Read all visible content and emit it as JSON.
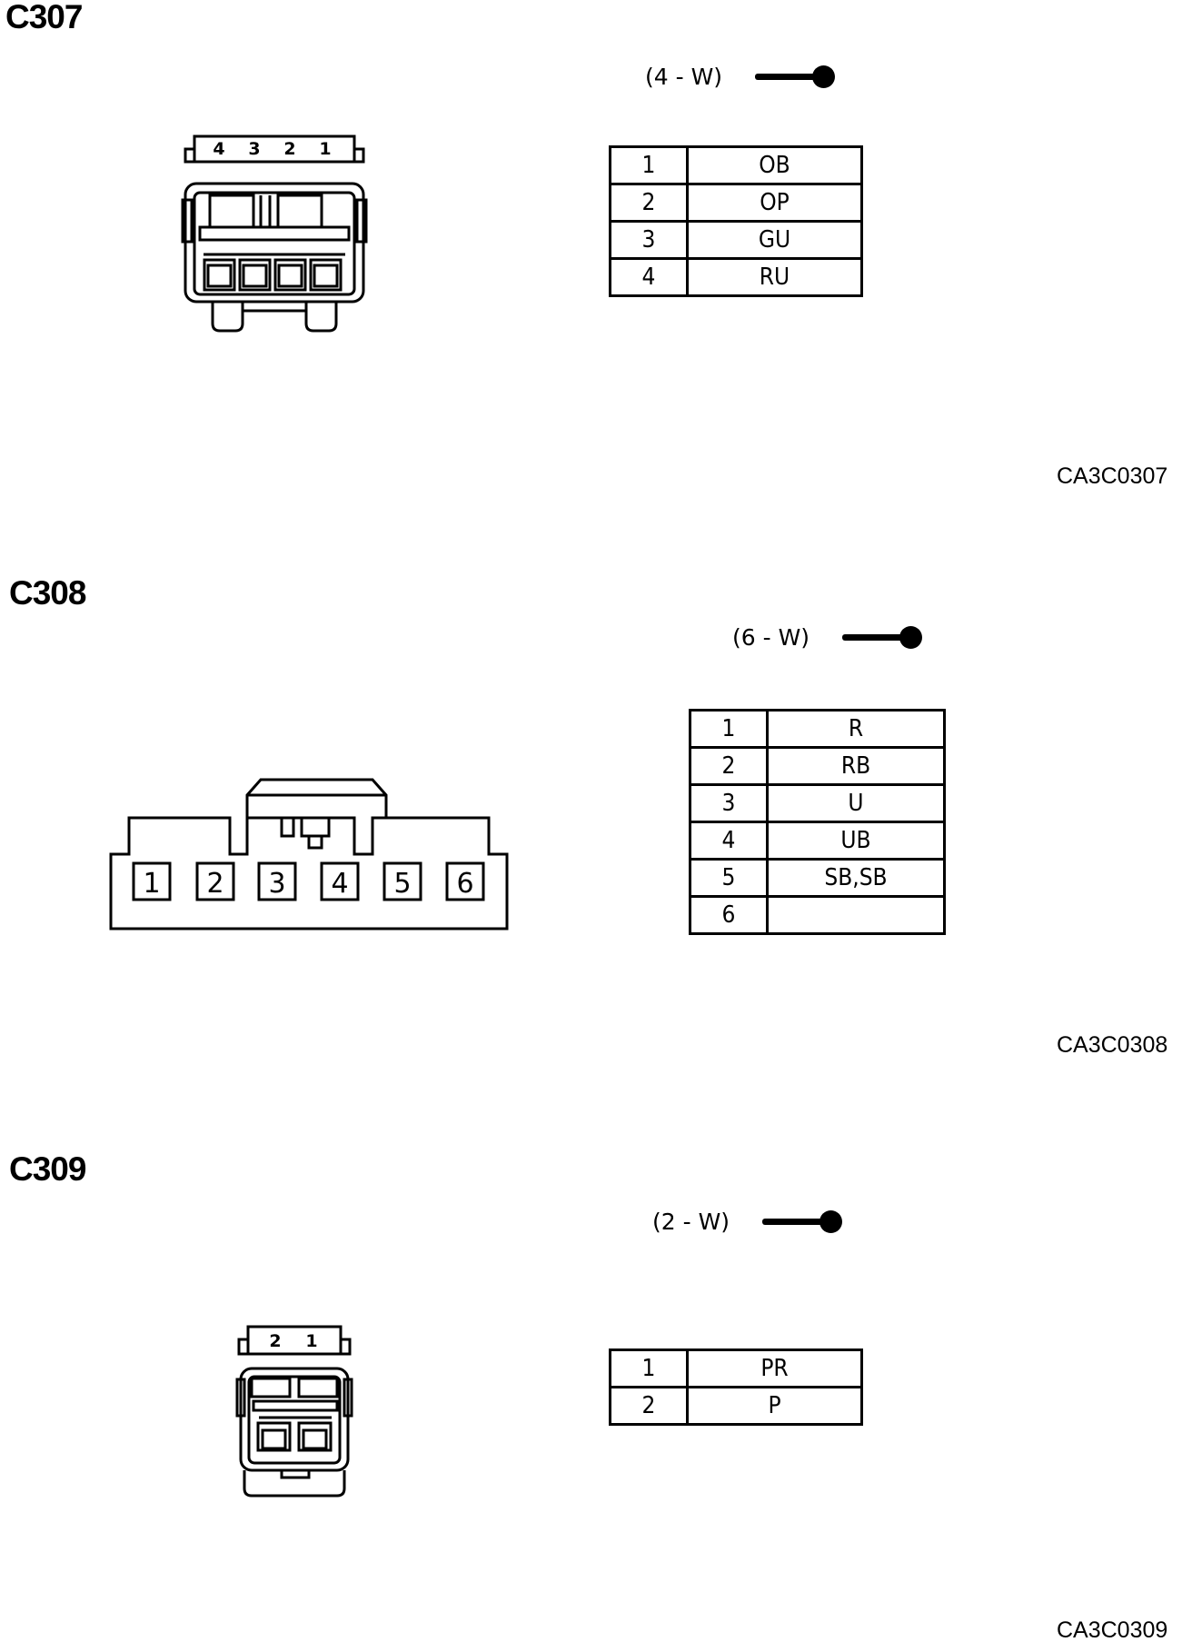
{
  "connectors": [
    {
      "id": "C307",
      "wire_spec": "(4 - W)",
      "code": "CA3C0307",
      "face_pins": [
        "4",
        "3",
        "2",
        "1"
      ],
      "pins": [
        {
          "pin": "1",
          "color": "OB"
        },
        {
          "pin": "2",
          "color": "OP"
        },
        {
          "pin": "3",
          "color": "GU"
        },
        {
          "pin": "4",
          "color": "RU"
        }
      ]
    },
    {
      "id": "C308",
      "wire_spec": "(6 - W)",
      "code": "CA3C0308",
      "face_pins": [
        "1",
        "2",
        "3",
        "4",
        "5",
        "6"
      ],
      "pins": [
        {
          "pin": "1",
          "color": "R"
        },
        {
          "pin": "2",
          "color": "RB"
        },
        {
          "pin": "3",
          "color": "U"
        },
        {
          "pin": "4",
          "color": "UB"
        },
        {
          "pin": "5",
          "color": "SB,SB"
        },
        {
          "pin": "6",
          "color": ""
        }
      ]
    },
    {
      "id": "C309",
      "wire_spec": "(2 - W)",
      "code": "CA3C0309",
      "face_pins": [
        "2",
        "1"
      ],
      "pins": [
        {
          "pin": "1",
          "color": "PR"
        },
        {
          "pin": "2",
          "color": "P"
        }
      ]
    }
  ]
}
